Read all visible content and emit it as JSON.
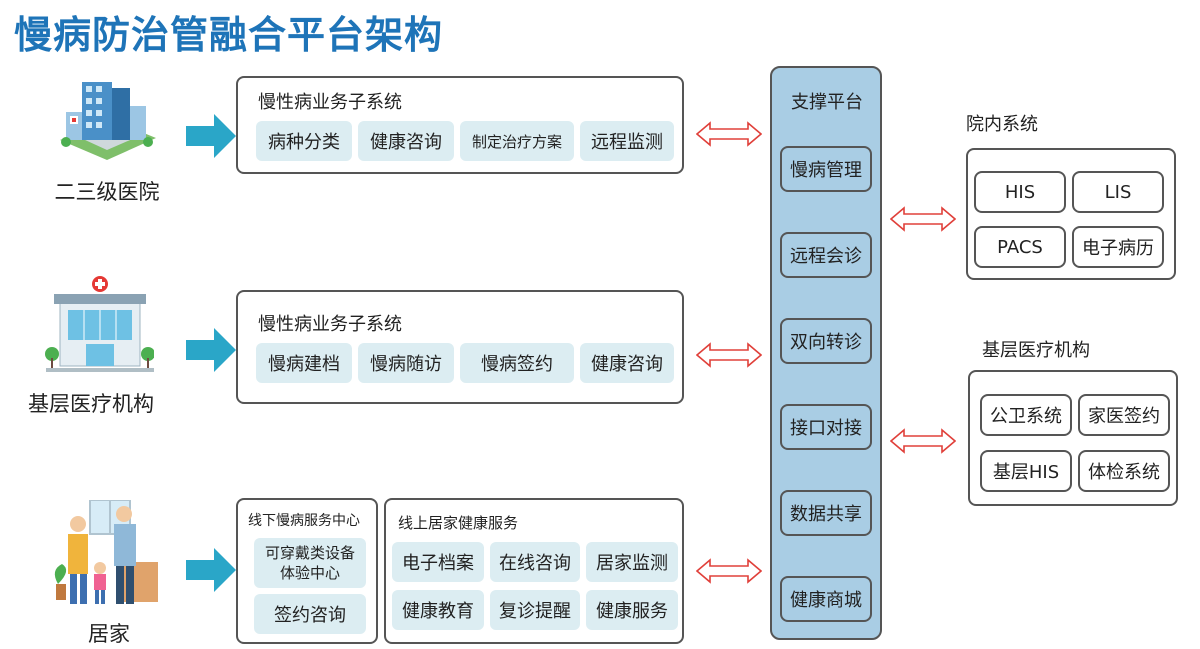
{
  "title": "慢病防治管融合平台架构",
  "sources": [
    {
      "label": "二三级医院",
      "icon": "hospital-building-icon"
    },
    {
      "label": "基层医疗机构",
      "icon": "clinic-icon"
    },
    {
      "label": "居家",
      "icon": "family-home-icon"
    }
  ],
  "hospital_panel": {
    "title": "慢性病业务子系统",
    "items": [
      "病种分类",
      "健康咨询",
      "制定治疗方案",
      "远程监测"
    ]
  },
  "primary_panel": {
    "title": "慢性病业务子系统",
    "items": [
      "慢病建档",
      "慢病随访",
      "慢病签约",
      "健康咨询"
    ]
  },
  "offline_panel": {
    "title": "线下慢病服务中心",
    "items": [
      "可穿戴类设备\n体验中心",
      "签约咨询"
    ]
  },
  "online_panel": {
    "title": "线上居家健康服务",
    "items": [
      "电子档案",
      "在线咨询",
      "居家监测",
      "健康教育",
      "复诊提醒",
      "健康服务"
    ]
  },
  "support_platform": {
    "title": "支撑平台",
    "items": [
      "慢病管理",
      "远程会诊",
      "双向转诊",
      "接口对接",
      "数据共享",
      "健康商城"
    ]
  },
  "in_hospital": {
    "title": "院内系统",
    "items": [
      "HIS",
      "LIS",
      "PACS",
      "电子病历"
    ]
  },
  "primary_institutions": {
    "title": "基层医疗机构",
    "items": [
      "公卫系统",
      "家医签约",
      "基层HIS",
      "体检系统"
    ]
  },
  "colors": {
    "title": "#1e74b8",
    "flow_arrow": "#2aa6c8",
    "double_arrow": "#e0403a",
    "support_fill": "#a9cde4",
    "chip_fill": "#dcedf2"
  }
}
